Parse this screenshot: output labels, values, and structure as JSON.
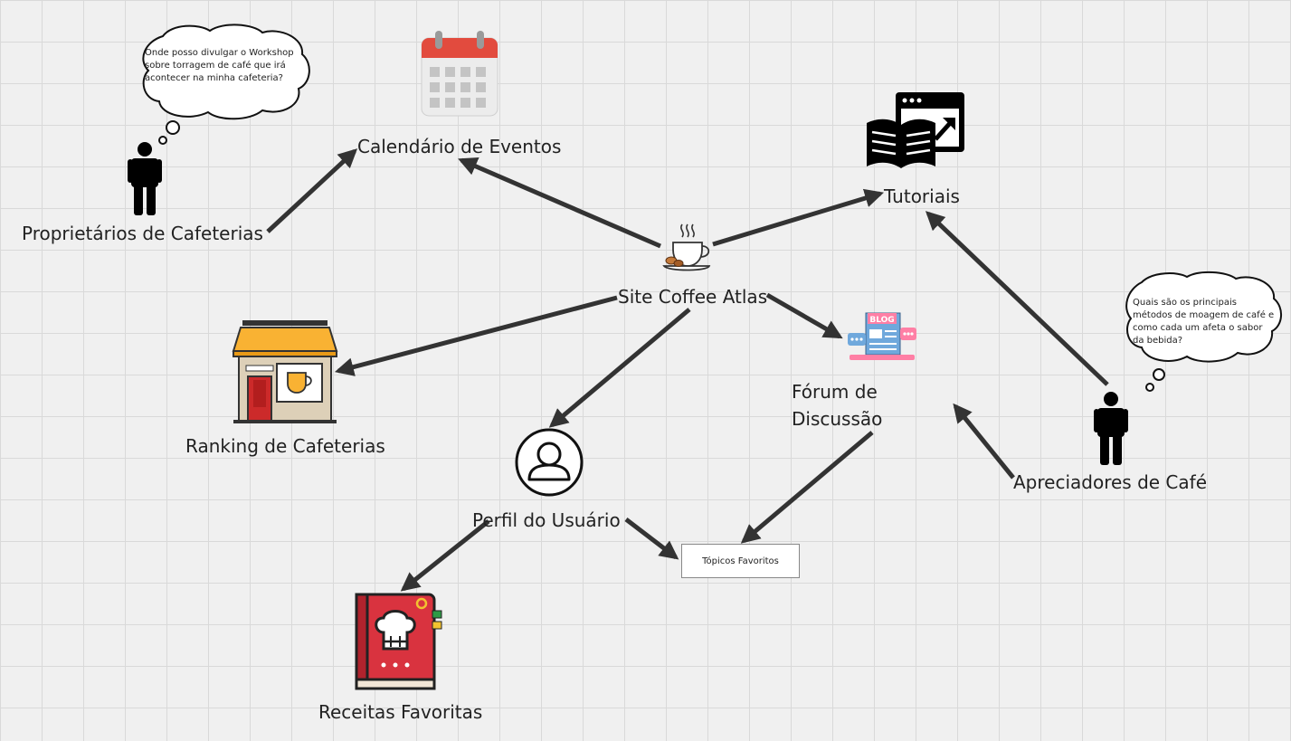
{
  "nodes": {
    "center": "Site Coffee Atlas",
    "calendar": "Calendário de Eventos",
    "tutorials": "Tutoriais",
    "owners": "Proprietários de Cafeterias",
    "ranking": "Ranking de Cafeterias",
    "forum_line1": "Fórum de",
    "forum_line2": "Discussão",
    "profile": "Perfil do Usuário",
    "appreciators": "Apreciadores de Café",
    "topics": "Tópicos Favoritos",
    "recipes": "Receitas Favoritas"
  },
  "bubbles": {
    "owner_question": "Onde posso divulgar o Workshop sobre torragem de café que irá acontecer na minha cafeteria?",
    "appreciator_question": "Quais são os principais métodos de moagem de café e como cada um afeta o sabor da bebida?"
  },
  "icons": {
    "blog_badge": "BLOG"
  },
  "colors": {
    "arrow": "#333333",
    "background": "#f0f0f0",
    "grid": "#d9d9d9",
    "calendar_red": "#e24b3e",
    "shop_awning": "#f9b233",
    "book_red": "#d9333f"
  }
}
